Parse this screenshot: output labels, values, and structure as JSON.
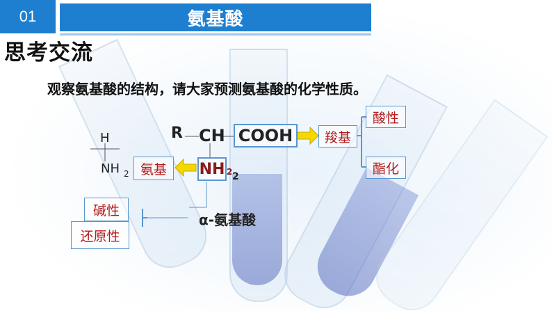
{
  "slide_number": "01",
  "title": "氨基酸",
  "section_heading": "思考交流",
  "prompt": "观察氨基酸的结构，请大家预测氨基酸的化学性质。",
  "structure": {
    "r": "R",
    "ch": "CH",
    "cooh": "COOH",
    "nh": "NH",
    "sub2": "2",
    "sub2b": "2",
    "h_left": "H",
    "nh_left": "NH",
    "sub2_left": "2",
    "caption": "α-氨基酸"
  },
  "labels": {
    "carboxyl": "羧基",
    "acidic": "酸性",
    "esterify": "酯化",
    "amino": "氨基",
    "basic": "碱性",
    "reducing": "还原性"
  },
  "colors": {
    "accent": "#1e7fd0",
    "label_red": "#b31b1b",
    "arrow_yellow": "#f5d800"
  }
}
